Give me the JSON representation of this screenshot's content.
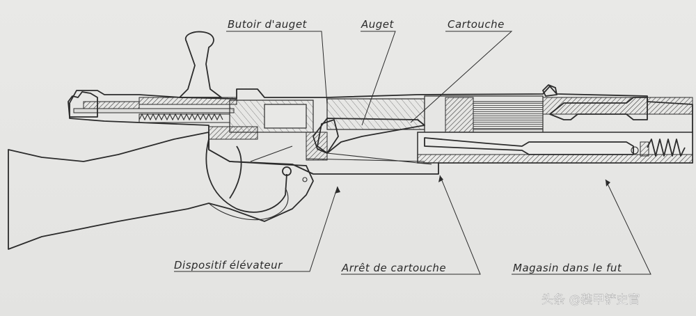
{
  "labels": {
    "butoir": "Butoir d'auget",
    "auget": "Auget",
    "cartouche": "Cartouche",
    "elevateur": "Dispositif élévateur",
    "arret": "Arrêt de cartouche",
    "magasin": "Magasin dans le fut"
  },
  "watermark": {
    "text": "头条 @装甲铲史官"
  }
}
